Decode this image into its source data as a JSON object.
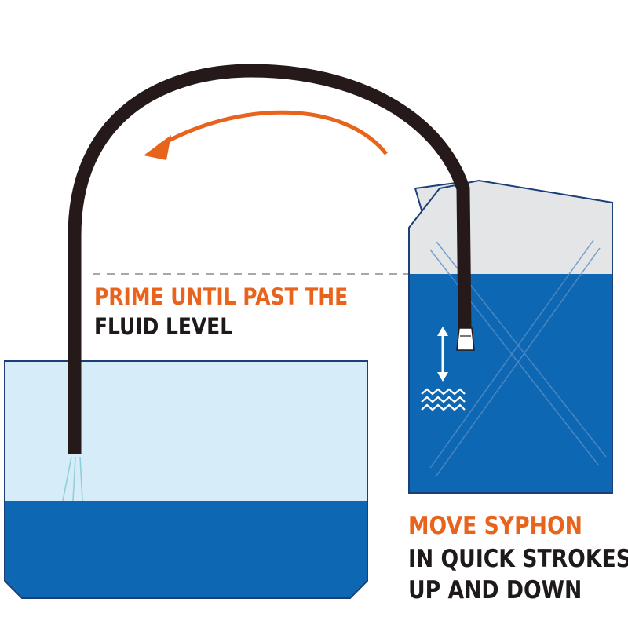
{
  "instructions": {
    "prime": {
      "highlight": "PRIME UNTIL PAST THE",
      "rest": "FLUID LEVEL"
    },
    "move": {
      "highlight": "MOVE SYPHON",
      "line2": "IN QUICK STROKES",
      "line3": "UP AND DOWN"
    }
  },
  "colors": {
    "accent_orange": "#e8641c",
    "text_dark": "#1e1a19",
    "fluid_blue": "#0e67b3",
    "container_light_blue": "#d6ecf8",
    "container_grey": "#e4e5e7",
    "hose": "#25191a",
    "outline": "#1d3f79"
  },
  "icons": [
    "flow-direction-arrow",
    "up-down-arrow-icon",
    "waves-icon",
    "hose-nozzle"
  ]
}
